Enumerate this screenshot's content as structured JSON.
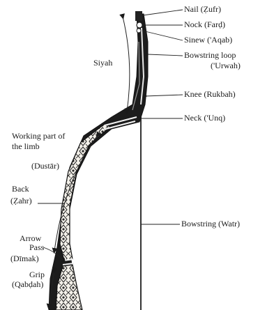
{
  "labels": {
    "nail": "Nail (Ẓufr)",
    "nock": "Nock (Farḍ)",
    "sinew": "Sinew ('Aqab)",
    "loop_line1": "Bowstring loop",
    "loop_line2": "('Urwah)",
    "knee": "Knee (Rukbah)",
    "neck": "Neck ('Unq)",
    "bowstring": "Bowstring (Watr)",
    "siyah": "Siyah",
    "working_line1": "Working part of",
    "working_line2": "the limb",
    "dustar": "(Dustār)",
    "back_line1": "Back",
    "back_line2": "(Ẓahr)",
    "arrow_line1": "Arrow",
    "arrow_line2": "Pass",
    "dimak": "(Dīmak)",
    "grip_line1": "Grip",
    "grip_line2": "(Qabḍah)"
  }
}
